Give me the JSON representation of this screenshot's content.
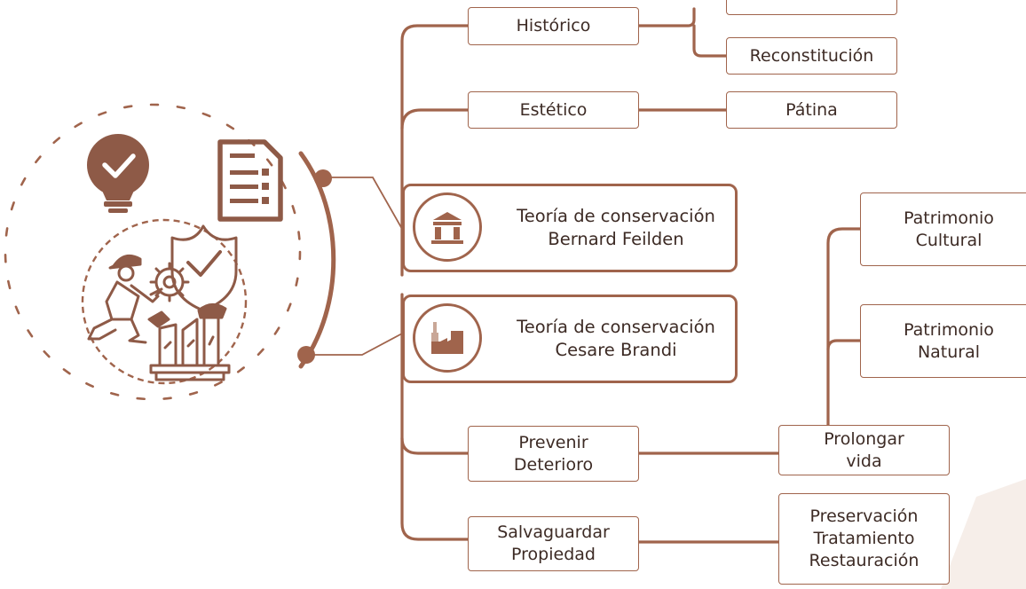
{
  "colors": {
    "line": "#a0644c",
    "icon": "#8e5a47",
    "text": "#3d2b25",
    "fade": "#f6eee9"
  },
  "icons": {
    "lightbulb": "lightbulb-check-icon",
    "checklist": "checklist-document-icon",
    "restorer": "restoration-worker-icon",
    "temple": "temple-icon",
    "factory": "factory-icon"
  },
  "nodes": {
    "historico": "Histórico",
    "top_cut_box": "",
    "reconstitucion": "Reconstitución",
    "estetico": "Estético",
    "patina": "Pátina",
    "feilden": {
      "line1": "Teoría de conservación",
      "line2": "Bernard Feilden"
    },
    "brandi": {
      "line1": "Teoría de conservación",
      "line2": "Cesare Brandi"
    },
    "patrimonio_cultural": {
      "line1": "Patrimonio",
      "line2": "Cultural"
    },
    "patrimonio_natural": {
      "line1": "Patrimonio",
      "line2": "Natural"
    },
    "prevenir": {
      "line1": "Prevenir",
      "line2": "Deterioro"
    },
    "prolongar": {
      "line1": "Prolongar",
      "line2": "vida"
    },
    "salvaguardar": {
      "line1": "Salvaguardar",
      "line2": "Propiedad"
    },
    "acciones": {
      "line1": "Preservación",
      "line2": "Tratamiento",
      "line3": "Restauración"
    }
  }
}
